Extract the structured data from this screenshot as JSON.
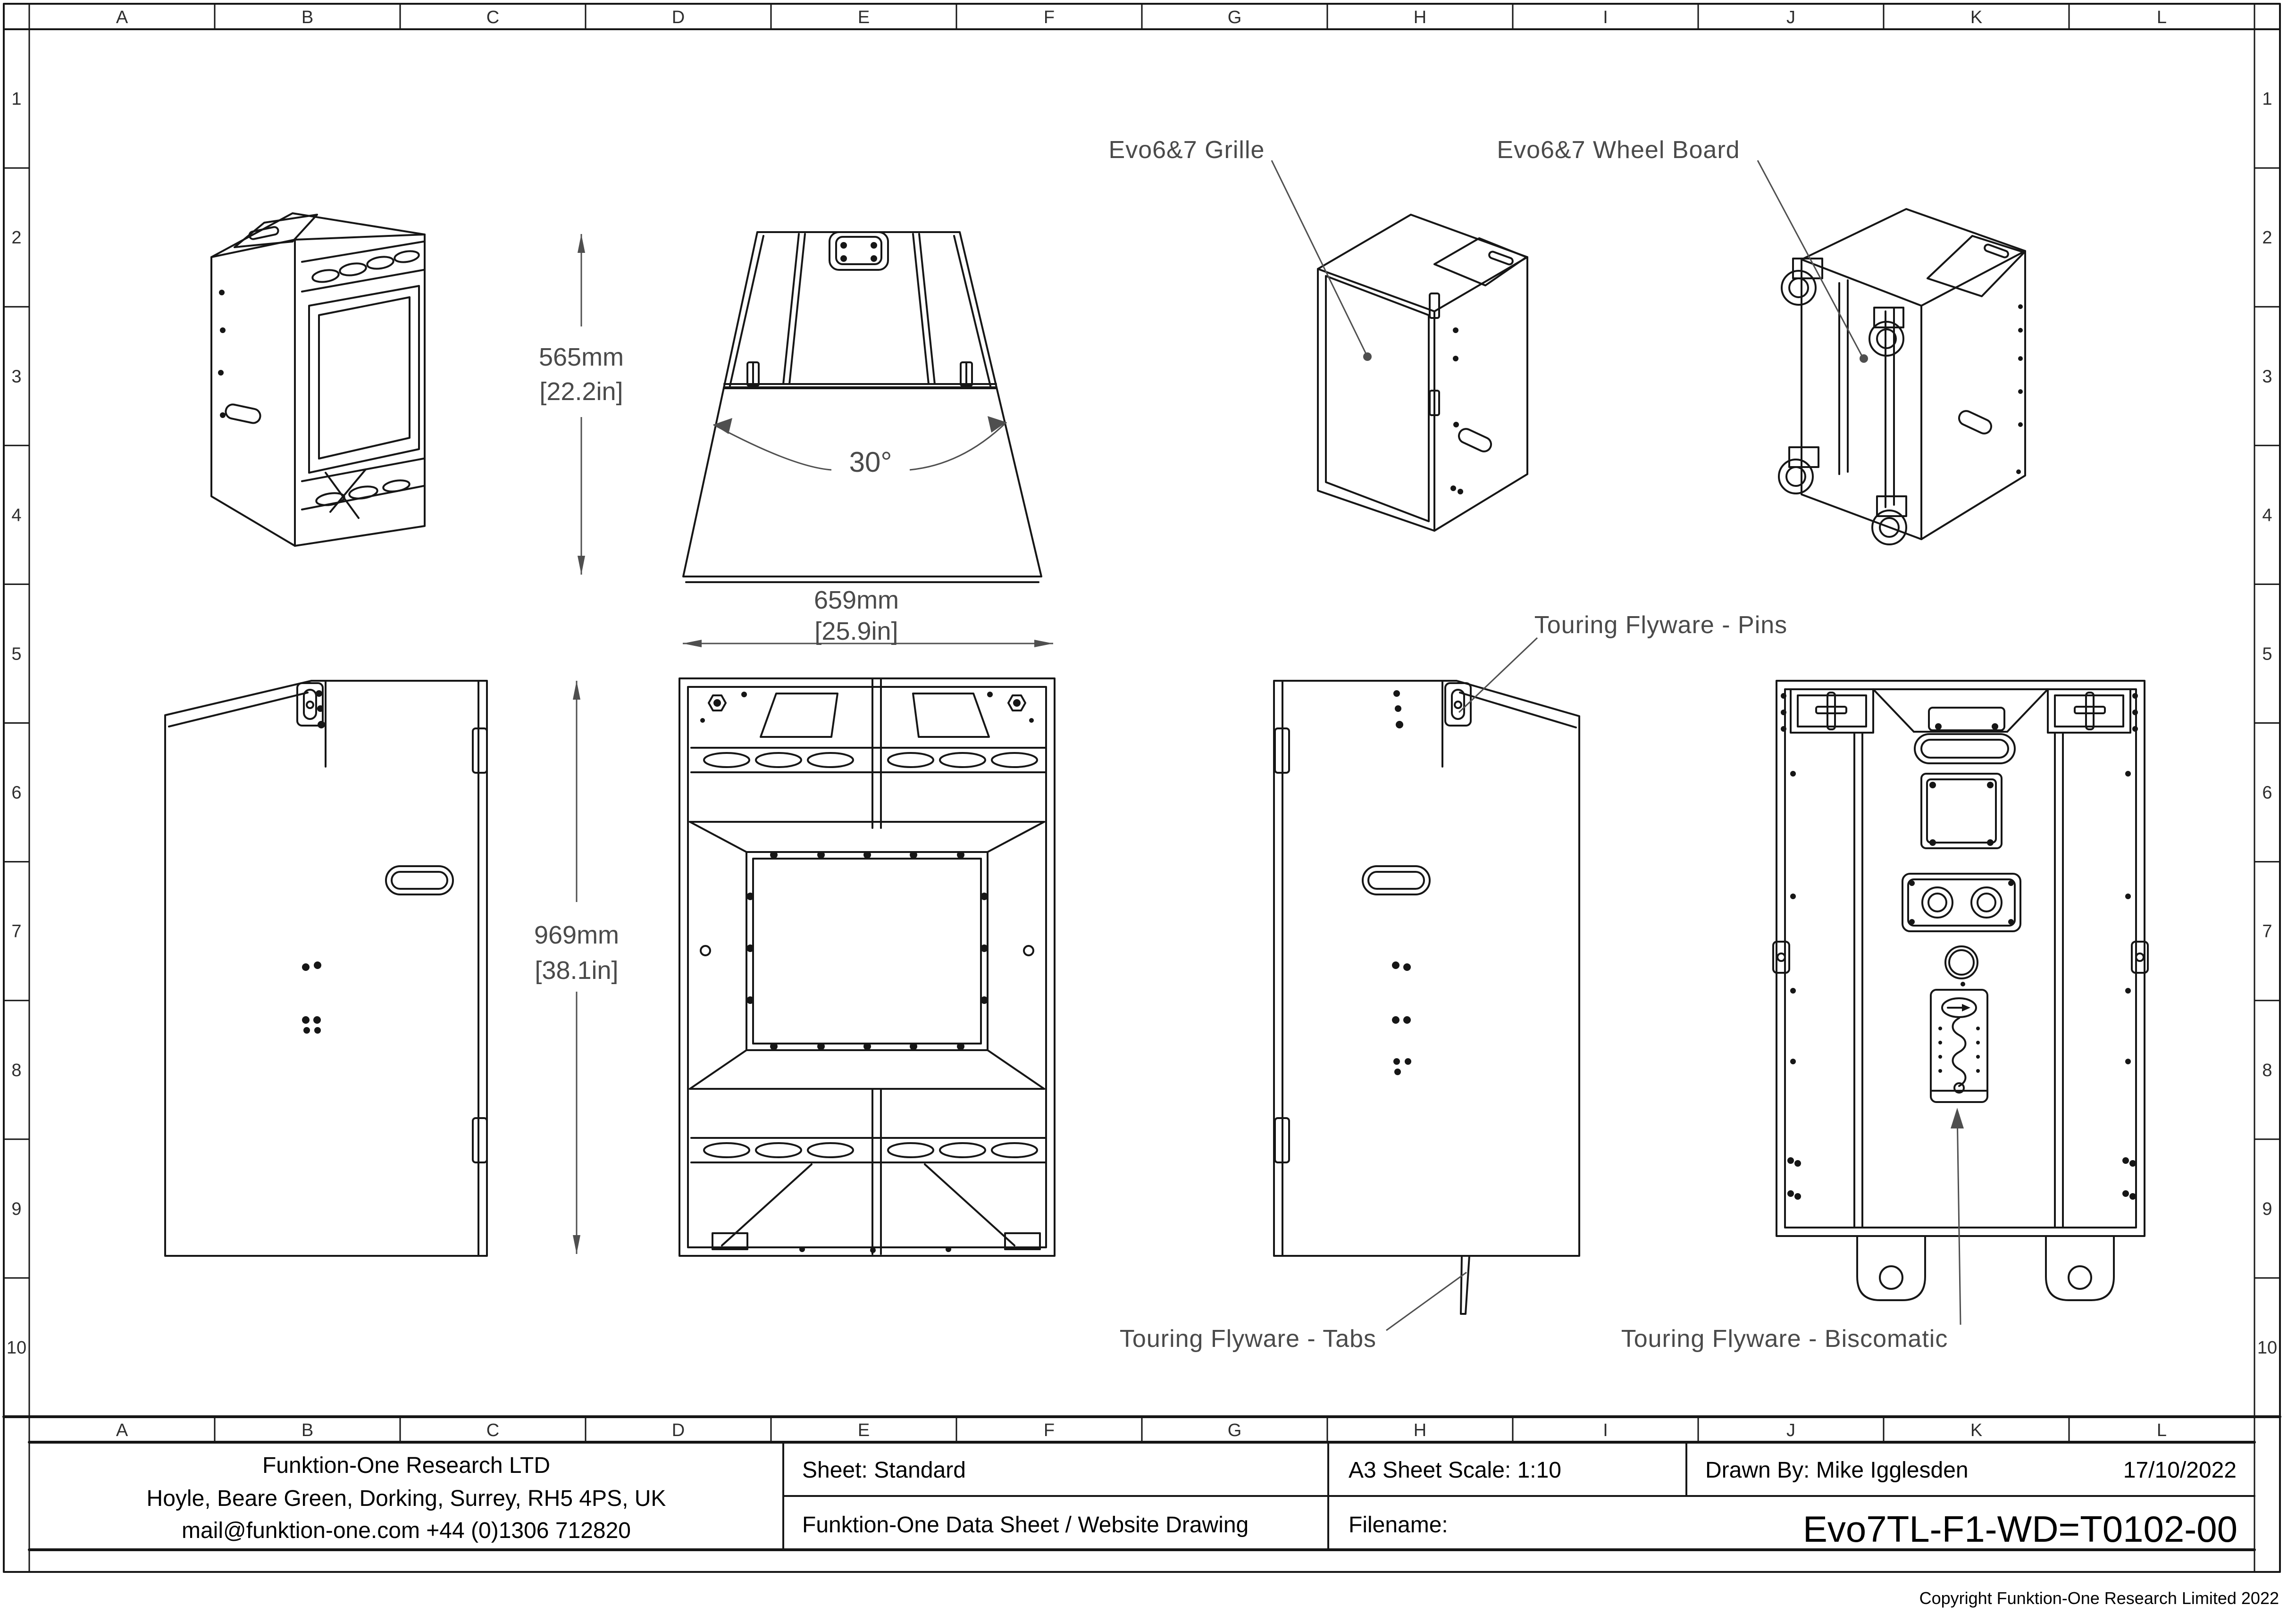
{
  "page": {
    "copyright": "Copyright Funktion-One Research Limited 2022"
  },
  "grid": {
    "letters": [
      "A",
      "B",
      "C",
      "D",
      "E",
      "F",
      "G",
      "H",
      "I",
      "J",
      "K",
      "L"
    ],
    "numbers": [
      "1",
      "2",
      "3",
      "4",
      "5",
      "6",
      "7",
      "8",
      "9",
      "10"
    ]
  },
  "annotations": {
    "grille": "Evo6&7 Grille",
    "wheel_board": "Evo6&7 Wheel Board",
    "pins": "Touring Flyware - Pins",
    "tabs": "Touring Flyware - Tabs",
    "biscomatic": "Touring Flyware - Biscomatic"
  },
  "dimensions": {
    "depth_mm": "565mm",
    "depth_in": "[22.2in]",
    "angle": "30°",
    "width_mm": "659mm",
    "width_in": "[25.9in]",
    "height_mm": "969mm",
    "height_in": "[38.1in]"
  },
  "title_block": {
    "company": "Funktion-One Research LTD",
    "address": "Hoyle, Beare Green, Dorking, Surrey, RH5 4PS, UK",
    "contact": "mail@funktion-one.com  +44 (0)1306 712820",
    "sheet": "Sheet: Standard",
    "document_type": "Funktion-One Data Sheet / Website Drawing",
    "scale": "A3 Sheet Scale: 1:10",
    "drawn_by": "Drawn By: Mike Igglesden",
    "date": "17/10/2022",
    "filename_label": "Filename:",
    "filename": "Evo7TL-F1-WD=T0102-00"
  },
  "colors": {
    "line": "#161616",
    "annotation": "#4a4a4a",
    "background": "#ffffff"
  }
}
